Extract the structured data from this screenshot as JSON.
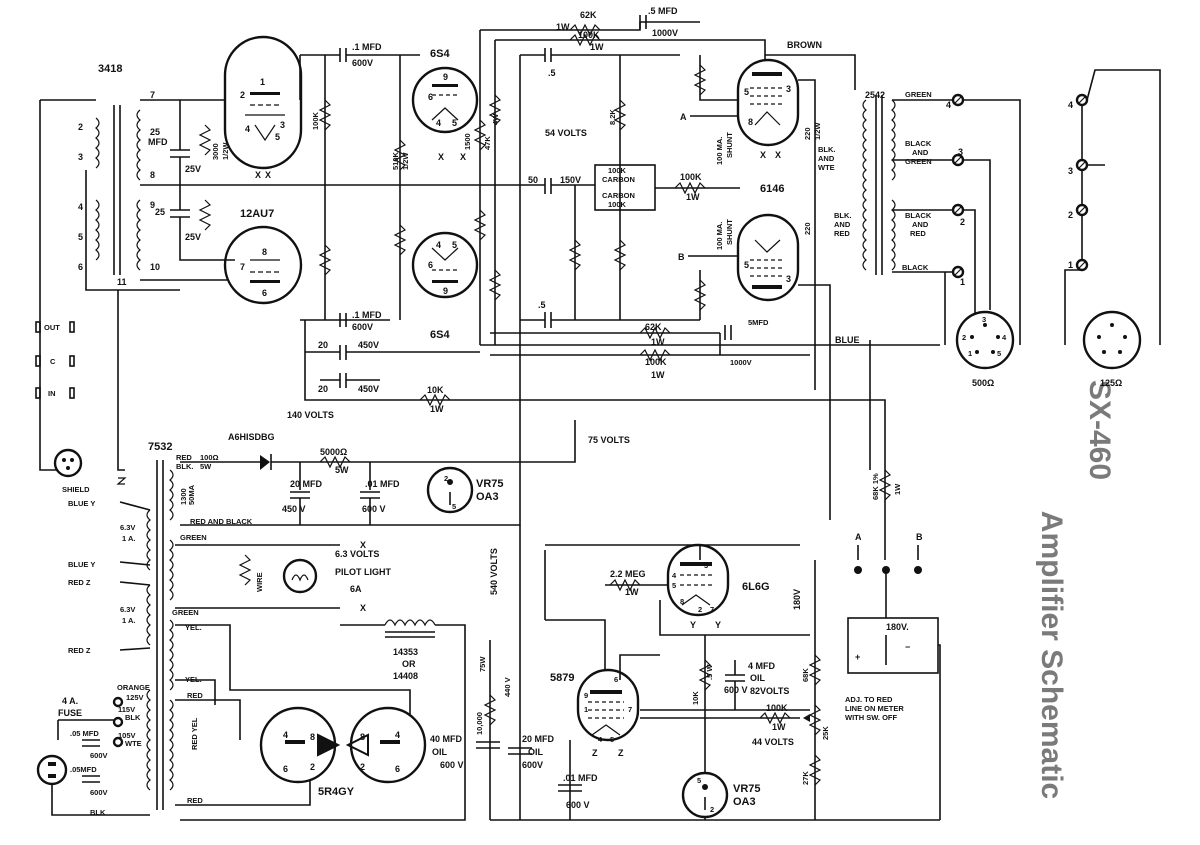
{
  "title_line1": "SX-460",
  "title_line2": "Amplifier Schematic",
  "transformers": {
    "input": "3418",
    "output": "2542",
    "power": "7532",
    "choke": "14353",
    "choke_or": "OR",
    "choke_alt": "14408"
  },
  "tubes": {
    "preamp": "12AU7",
    "driver_top": "6S4",
    "driver_bottom": "6S4",
    "output": "6146",
    "rectifier": "5R4GY",
    "regulator_1": "VR75",
    "regulator_1_b": "OA3",
    "regulator_2": "VR75",
    "regulator_2_b": "OA3",
    "bias_tube": "6L6G",
    "pentode": "5879"
  },
  "output_wires": {
    "brown": "BROWN",
    "green": "GREEN",
    "black_and": "BLACK",
    "and_green": "AND",
    "green2": "GREEN",
    "black_and2": "BLACK",
    "and2": "AND",
    "red": "RED",
    "black": "BLACK",
    "blue": "BLUE",
    "blk_wte1": "BLK.",
    "blk_wte2": "AND",
    "blk_wte3": "WTE",
    "blk_red1": "BLK.",
    "blk_red2": "AND",
    "blk_red3": "RED",
    "tap4": "4",
    "tap3": "3",
    "tap2": "2",
    "tap1": "1"
  },
  "sockets": {
    "ohm500": "500Ω",
    "ohm125": "125Ω"
  },
  "input_labels": {
    "out": "OUT",
    "c": "C",
    "in": "IN",
    "shield": "SHIELD"
  },
  "components": {
    "c_1mfd_top": ".1 MFD",
    "c_600v_top": "600V",
    "c_5mfd": ".5 MFD",
    "c_1000v": "1000V",
    "r_62k_top": "62K",
    "r_1w_top": "1W",
    "r_100k_top": "100K",
    "r_1w_top2": "1W",
    "c_dot5": ".5",
    "c_25mfd": "25",
    "c_mfd": "MFD",
    "c_25v": "25V",
    "c_25v2": "25V",
    "c_25_2": "25",
    "r_3000": "3000",
    "r_12w": "1/2W",
    "r_100k_1w": "100K",
    "r_510k": "510K",
    "r_12w_2": "1/2W",
    "r_47k": "47K",
    "r_4w": "4W",
    "r_1500": "1500",
    "r_1w": "1W",
    "volts_54": "54 VOLTS",
    "r_100k_carbon": "100K",
    "carbon1": "CARBON",
    "carbon2": "CARBON",
    "r_100k_c2": "100K",
    "r_82k": "8.2K",
    "c_50": "50",
    "c_150v": "150V",
    "r_100k_mid": "100K",
    "r_1w_mid": "1W",
    "shunt_100ma": "100 MA.",
    "shunt": "SHUNT",
    "r_220": "220",
    "r_12w_3": "1/2W",
    "c_1mfd_b": ".1 MFD",
    "c_600v_b": "600V",
    "c_20": "20",
    "c_450v": "450V",
    "c_20b": "20",
    "c_450vb": "450V",
    "r_62k_b": "62K",
    "r_1w_b": "1W",
    "r_100k_b": "100K",
    "r_1w_b2": "1W",
    "c_5mfd_b": "5MFD",
    "c_1000v_b": "1000V",
    "r_10k": "10K",
    "r_1w_10k": "1W",
    "c_5_b": ".5",
    "pt_A": "A",
    "pt_B": "B"
  },
  "power_supply": {
    "volts_140": "140 VOLTS",
    "diode": "A6HISDBG",
    "volts_75": "75 VOLTS",
    "red": "RED",
    "blk": "BLK.",
    "r_100": "100Ω",
    "r_5w": "5W",
    "r_5000": "5000Ω",
    "r_5w2": "5W",
    "r_1300": "1300",
    "r_50ma": "50MA",
    "c_20mfd": "20 MFD",
    "c_450v": "450 V",
    "c_01mfd": ".01 MFD",
    "c_600v": "600 V",
    "red_black": "RED AND BLACK",
    "blue_y1": "BLUE  Y",
    "v63_1": "6.3V",
    "a1_1": "1 A.",
    "blue_y2": "BLUE  Y",
    "red_z1": "RED   Z",
    "v63_2": "6.3V",
    "a1_2": "1 A.",
    "red_z2": "RED   Z",
    "green": "GREEN",
    "green2": "GREEN",
    "volts_63": "6.3 VOLTS",
    "pilot": "PILOT LIGHT",
    "pilot_a": "6A",
    "wire": "WIRE",
    "volts_540": "540 VOLTS",
    "yel1": "YEL.",
    "yel2": "YEL.",
    "red_w": "RED",
    "red_w2": "RED",
    "red_yel": "RED YEL",
    "orange": "ORANGE",
    "v125": "125V",
    "v115": "115V",
    "blk_w": "BLK",
    "v105": "105V",
    "wte": "WTE",
    "blk_bottom": "BLK",
    "fuse_a": "4 A.",
    "fuse": "FUSE",
    "c_05mfd": ".05 MFD",
    "c_05mfd2": ".05MFD",
    "c_600v_f": "600V",
    "c_600v_f2": "600V",
    "r_10000": "10,000",
    "r_75w": "75W",
    "v440": "440 V",
    "c_40mfd": "40 MFD",
    "oil": "OIL",
    "v600": "600 V",
    "c_20mfd_oil": "20 MFD",
    "oil2": "OIL",
    "v600_2": "600V",
    "c_01mfd_b": ".01 MFD",
    "v600_3": "600 V"
  },
  "bias": {
    "meg": "2.2 MEG",
    "r_1w": "1W",
    "v180": "180V",
    "meter_v": "180V.",
    "r_68k_1pct": "68K 1%",
    "r_1w2": "1W",
    "pt_A": "A",
    "pt_B": "B",
    "r_10k": "10K",
    "r_5w": ".5 W",
    "c_4mfd": "4 MFD",
    "oil": "OIL",
    "v600": "600 V",
    "volts_82": "82VOLTS",
    "volts_44": "44 VOLTS",
    "r_68k": "68K",
    "r_100k": "100K",
    "r_1w3": "1W",
    "r_25k": "25K",
    "r_27k": "27K",
    "adj1": "ADJ. TO RED",
    "adj2": "LINE ON METER",
    "adj3": "WITH SW. OFF"
  }
}
